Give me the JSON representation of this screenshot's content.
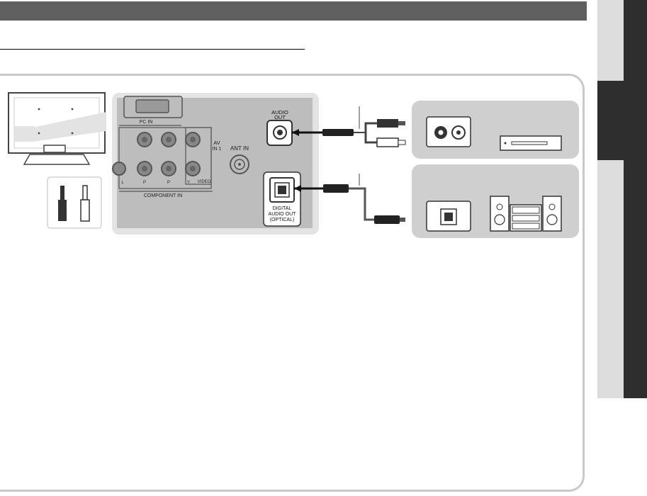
{
  "panel": {
    "pc_in": "PC IN",
    "audio_out_line1": "AUDIO",
    "audio_out_line2": "OUT",
    "ant_in": "ANT IN",
    "av_line1": "AV",
    "av_line2": "IN 1",
    "video": "VIDEO",
    "component_in": "COMPONENT IN",
    "digital_line1": "DIGITAL",
    "digital_line2": "AUDIO OUT",
    "digital_line3": "(OPTICAL)",
    "jack_l": "L",
    "jack_pb": "P",
    "jack_pr": "P",
    "jack_y": "Y"
  },
  "colors": {
    "header": "#5f5f5f",
    "panel_bg": "#e3e3e3",
    "device_bg": "#cfcfcf",
    "frame": "#c9c9c9",
    "tab_dark": "#2e2e2e",
    "tab_light": "#dcdcdc"
  }
}
